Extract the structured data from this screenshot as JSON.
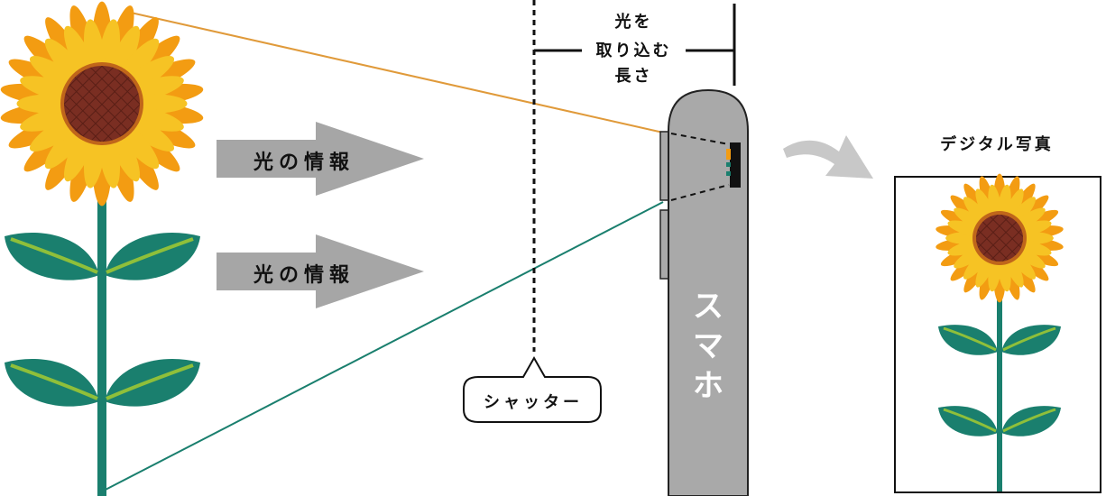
{
  "labels": {
    "light_info_1": "光の情報",
    "light_info_2": "光の情報",
    "shutter_length_line1": "光を",
    "shutter_length_line2": "取り込む",
    "shutter_length_line3": "長さ",
    "shutter": "シャッター",
    "phone_char1": "ス",
    "phone_char2": "マ",
    "phone_char3": "ホ",
    "digital_photo": "デジタル写真"
  },
  "colors": {
    "petal_outer": "#f39c12",
    "petal_inner": "#f6c324",
    "flower_center": "#7a2e22",
    "leaf": "#1a7f6e",
    "leaf_vein": "#8fbf3a",
    "stem": "#1a7f6e",
    "arrow_gray": "#a6a6a6",
    "phone_gray": "#a9a9a9",
    "ray_orange": "#e09a3a",
    "ray_green": "#1a7f6e"
  }
}
